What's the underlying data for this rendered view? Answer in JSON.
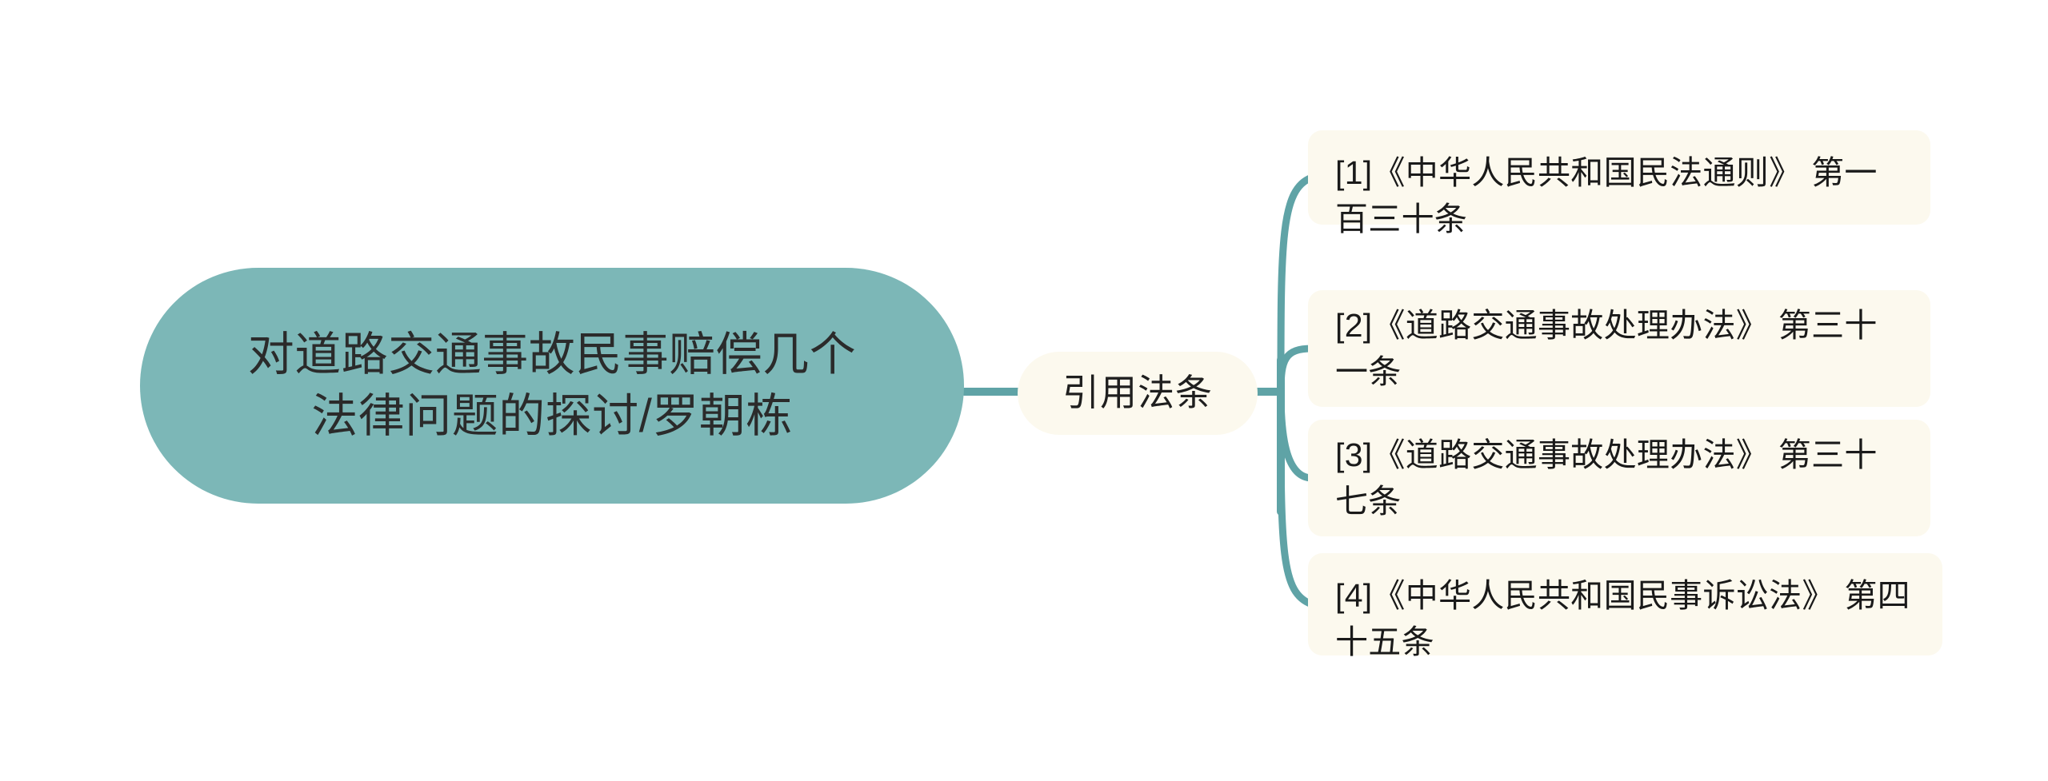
{
  "diagram": {
    "type": "mindmap",
    "orientation": "left-to-right",
    "background_color": "#FFFFFF",
    "root": {
      "label": "对道路交通事故民事赔偿几个法律问题的探讨/罗朝栋",
      "fill_color": "#7CB7B7",
      "text_color": "#2B2B2B",
      "shape": "rounded-pill"
    },
    "branch": {
      "label": "引用法条",
      "fill_color": "#FCF9EE",
      "text_color": "#1F1F1F",
      "shape": "rounded-pill"
    },
    "connector_color": "#5FA3A6",
    "leaves": [
      {
        "index": "1",
        "label": "[1]《中华人民共和国民法通则》 第一百三十条",
        "fill_color": "#FCF9EE",
        "text_color": "#1A1A1A"
      },
      {
        "index": "2",
        "label": "[2]《道路交通事故处理办法》 第三十一条",
        "fill_color": "#FCF9EE",
        "text_color": "#1A1A1A"
      },
      {
        "index": "3",
        "label": "[3]《道路交通事故处理办法》 第三十七条",
        "fill_color": "#FCF9EE",
        "text_color": "#1A1A1A"
      },
      {
        "index": "4",
        "label": "[4]《中华人民共和国民事诉讼法》 第四十五条",
        "fill_color": "#FCF9EE",
        "text_color": "#1A1A1A"
      }
    ]
  }
}
